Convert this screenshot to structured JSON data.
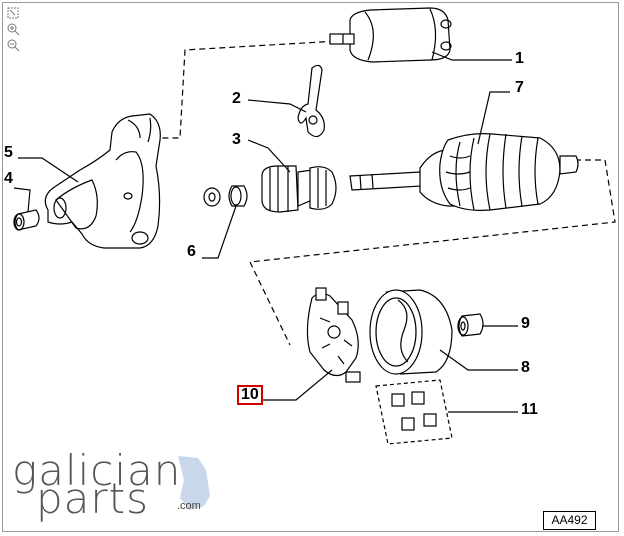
{
  "toolbar": {
    "icons": [
      "fit-page-icon",
      "zoom-in-icon",
      "zoom-out-icon"
    ]
  },
  "callouts": {
    "c1": "1",
    "c2": "2",
    "c3": "3",
    "c4": "4",
    "c5": "5",
    "c6": "6",
    "c7": "7",
    "c8": "8",
    "c9": "9",
    "c10": "10",
    "c11": "11"
  },
  "selected_callout": "10",
  "reference_code": "AA492",
  "logo": {
    "line1": "galician",
    "line2": "parts",
    "suffix": ".com"
  },
  "colors": {
    "line": "#000000",
    "highlight": "#d40000",
    "frame": "#9a9a9a",
    "logo": "#555555",
    "logo_accent": "#c8d8ea"
  }
}
